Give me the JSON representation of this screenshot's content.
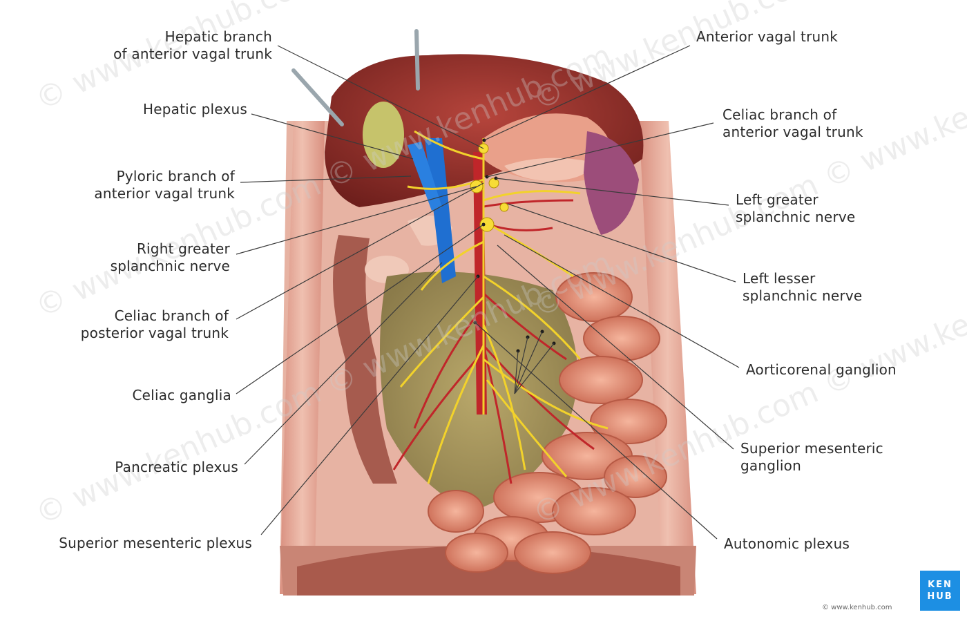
{
  "labels": {
    "hepatic_branch": [
      "Hepatic branch",
      "of anterior vagal trunk"
    ],
    "hepatic_plexus": [
      "Hepatic plexus"
    ],
    "pyloric_branch": [
      "Pyloric branch of",
      "anterior vagal trunk"
    ],
    "right_greater_splanchnic": [
      "Right greater",
      "splanchnic nerve"
    ],
    "celiac_branch_posterior": [
      "Celiac branch of",
      "posterior vagal trunk"
    ],
    "celiac_ganglia": [
      "Celiac ganglia"
    ],
    "pancreatic_plexus": [
      "Pancreatic plexus"
    ],
    "superior_mesenteric_plexus": [
      "Superior mesenteric plexus"
    ],
    "anterior_vagal_trunk": [
      "Anterior vagal trunk"
    ],
    "celiac_branch_anterior": [
      "Celiac branch of",
      "anterior vagal trunk"
    ],
    "left_greater_splanchnic": [
      "Left greater",
      "splanchnic nerve"
    ],
    "left_lesser_splanchnic": [
      "Left lesser",
      "splanchnic nerve"
    ],
    "aorticorenal_ganglion": [
      "Aorticorenal ganglion"
    ],
    "superior_mesenteric_ganglion": [
      "Superior mesenteric",
      "ganglion"
    ],
    "autonomic_plexus": [
      "Autonomic plexus"
    ]
  },
  "watermark": "© www.kenhub.com",
  "brand": [
    "KEN",
    "HUB"
  ],
  "copyright": "© www.kenhub.com",
  "colors": {
    "nerve": "#f2d22b",
    "artery": "#c0262a",
    "vein": "#1f6fd1",
    "liver": "#8e2f2a",
    "intestine": "#e8957a",
    "brand": "#1d8fe3"
  }
}
